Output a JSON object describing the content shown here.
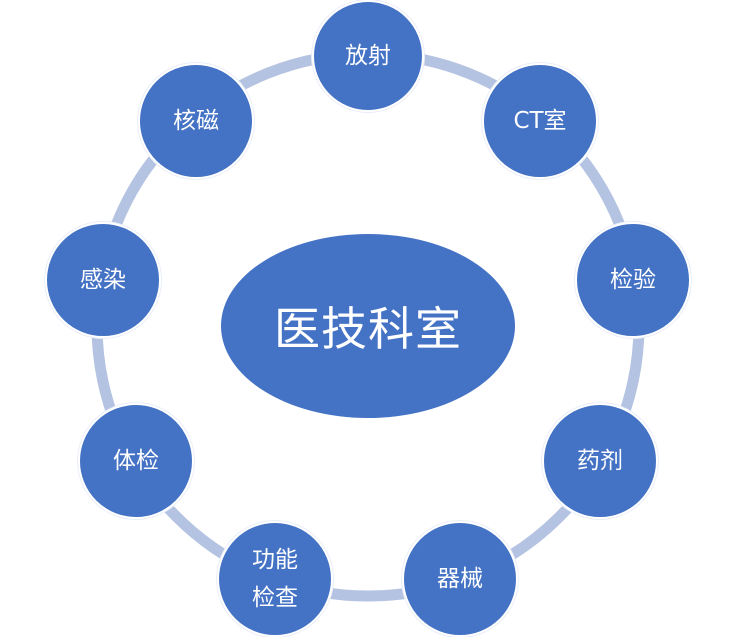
{
  "center": {
    "label": "医技科室"
  },
  "nodes": [
    {
      "label": "放射"
    },
    {
      "label": "CT室"
    },
    {
      "label": "检验"
    },
    {
      "label": "药剂"
    },
    {
      "label": "器械"
    },
    {
      "label": "功能\n检查"
    },
    {
      "label": "体检"
    },
    {
      "label": "感染"
    },
    {
      "label": "核磁"
    }
  ],
  "colors": {
    "node_fill": "#4472c4",
    "ring": "#b4c3e1",
    "text": "#ffffff"
  }
}
